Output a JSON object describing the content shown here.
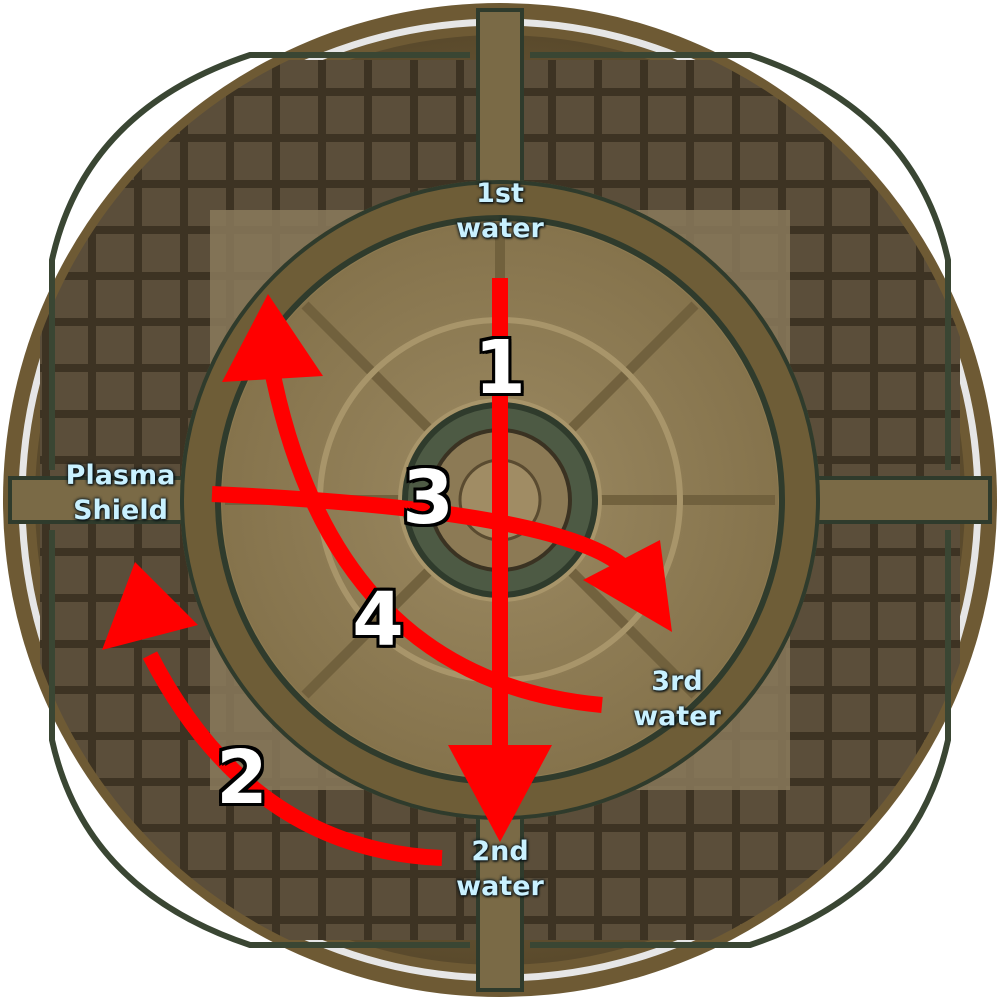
{
  "labels": {
    "first_water": [
      "1st",
      "water"
    ],
    "second_water": [
      "2nd",
      "water"
    ],
    "third_water": [
      "3rd",
      "water"
    ],
    "plasma_shield": [
      "Plasma",
      "Shield"
    ]
  },
  "steps": [
    "1",
    "2",
    "3",
    "4"
  ],
  "colors": {
    "arrow": "#ff0000",
    "label_text": "#c9f1ff",
    "step_text": "#ffffff",
    "floor_gold": "#8a7346",
    "floor_dark": "#4a3b24",
    "rim_white": "#e8e8e8"
  },
  "icons": [
    "arrow-1-icon",
    "arrow-2-icon",
    "arrow-3-icon",
    "arrow-4-icon"
  ]
}
